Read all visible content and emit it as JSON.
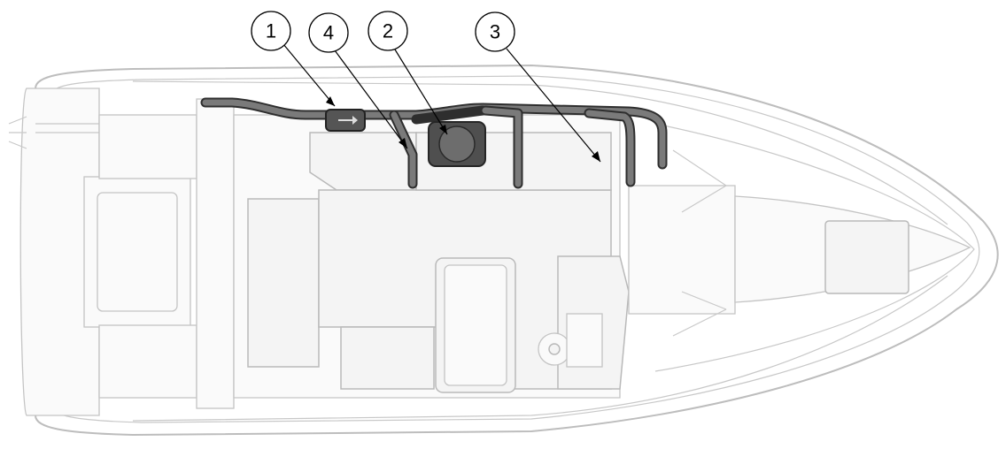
{
  "callouts": [
    {
      "id": "1",
      "label": "1"
    },
    {
      "id": "4",
      "label": "4"
    },
    {
      "id": "2",
      "label": "2"
    },
    {
      "id": "3",
      "label": "3"
    }
  ],
  "colors": {
    "hull_outline": "#bdbdbd",
    "duct": "#7a7a7a",
    "duct_edge": "#2e2e2e",
    "heater_unit": "#5a5a5a"
  }
}
